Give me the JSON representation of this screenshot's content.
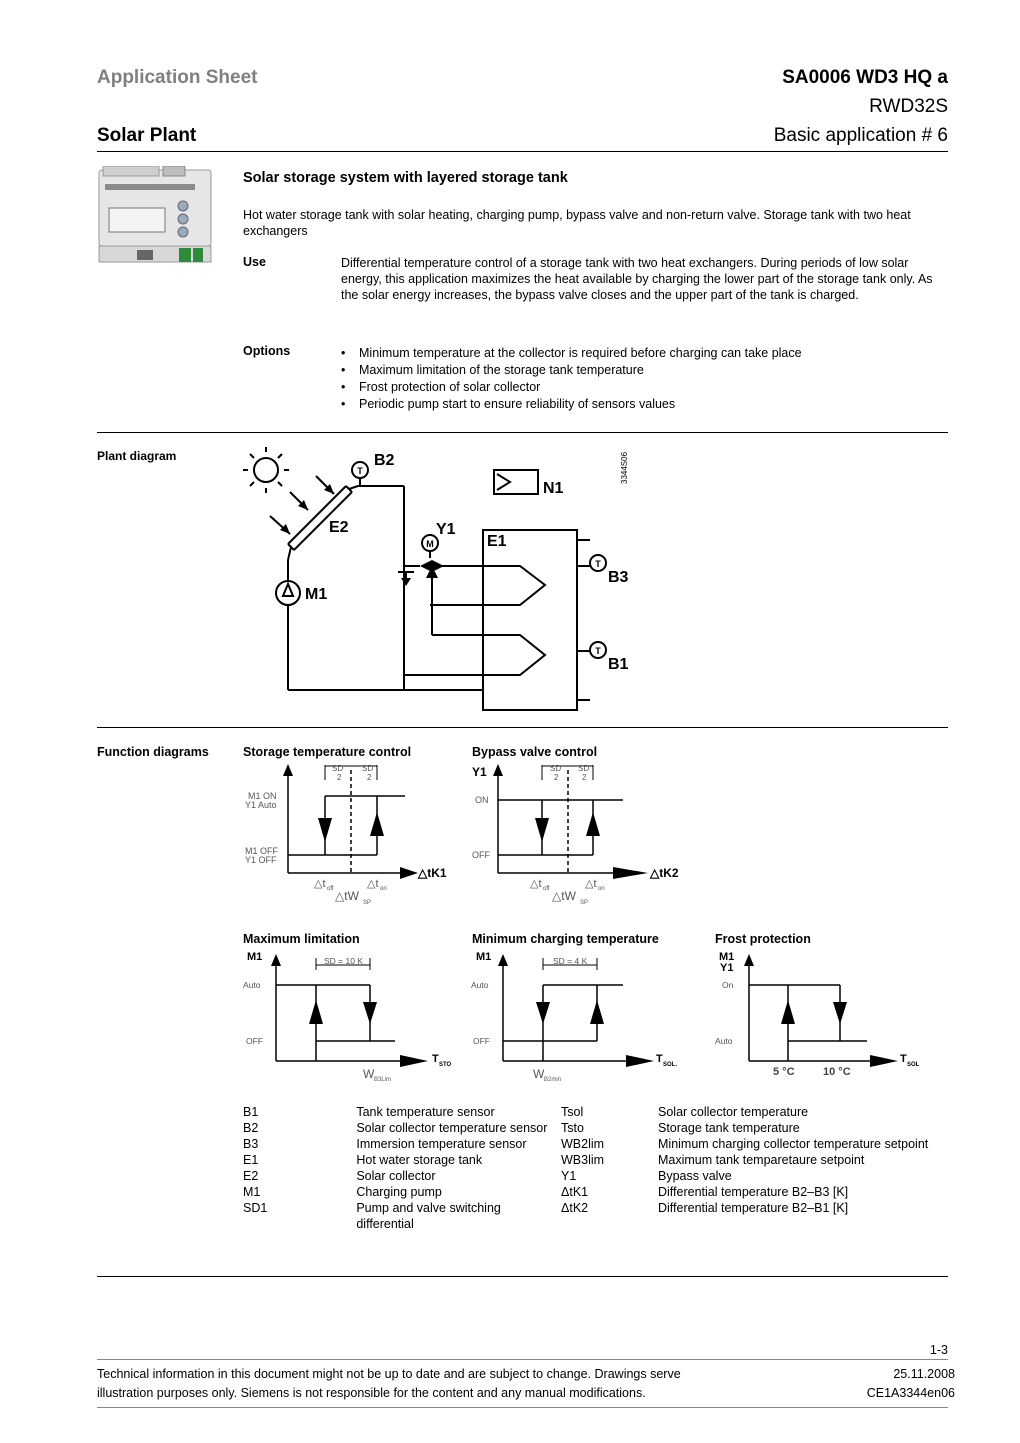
{
  "header": {
    "app_sheet": "Application Sheet",
    "doc_code": "SA0006 WD3 HQ a",
    "model": "RWD32S",
    "plant_type": "Solar Plant",
    "basic_app": "Basic application # 6"
  },
  "title": "Solar storage system with layered storage tank",
  "intro": "Hot water storage tank with solar heating, charging pump, bypass valve and non-return valve. Storage tank with two heat exchangers",
  "use": {
    "label": "Use",
    "text": "Differential temperature control of a storage tank with two heat exchangers. During periods of low solar energy, this application maximizes the heat available by charging the lower part of the storage tank only. As the solar energy increases, the bypass valve closes and the upper part of the tank is charged."
  },
  "options": {
    "label": "Options",
    "items": [
      "Minimum temperature at the collector is required before charging can take place",
      "Maximum limitation of the storage tank temperature",
      "Frost protection of solar collector",
      "Periodic pump start to ensure reliability of sensors values"
    ]
  },
  "plant": {
    "label": "Plant diagram",
    "code": "3344S06",
    "labels": {
      "b2": "B2",
      "n1": "N1",
      "e2": "E2",
      "y1": "Y1",
      "e1": "E1",
      "m1": "M1",
      "b3": "B3",
      "b1": "B1",
      "t": "T",
      "m": "M"
    }
  },
  "functions": {
    "label": "Function diagrams",
    "storage": {
      "title": "Storage temperature control",
      "sd_top": "SD",
      "sd_sub": "1",
      "sd_den": "2",
      "on_1": "M1 ON",
      "on_2": "Y1 Auto",
      "off_1": "M1 OFF",
      "off_2": "Y1 OFF",
      "axis": "△tK1",
      "t_off": "△t",
      "t_off_sub": "off",
      "t_on": "△t",
      "t_on_sub": "on",
      "tw": "△tW",
      "tw_sub": "SP"
    },
    "bypass": {
      "title": "Bypass valve control",
      "y_label": "Y1",
      "sd_top": "SD",
      "sd_sub": "1",
      "sd_den": "2",
      "on": "ON",
      "off": "OFF",
      "axis": "△tK2",
      "t_off": "△t",
      "t_off_sub": "off",
      "t_on": "△t",
      "t_on_sub": "on",
      "tw": "△tW",
      "tw_sub": "SP"
    },
    "maxlim": {
      "title": "Maximum limitation",
      "y_label": "M1",
      "sd": "SD = 10 K",
      "auto": "Auto",
      "off": "OFF",
      "axis": "T",
      "axis_sub": "STO",
      "w": "W",
      "w_sub": "B3Lim"
    },
    "mincharge": {
      "title": "Minimum charging temperature",
      "y_label": "M1",
      "sd": "SD = 4 K",
      "auto": "Auto",
      "off": "OFF",
      "axis": "T",
      "axis_sub": "SOL.",
      "w": "W",
      "w_sub": "B2min"
    },
    "frost": {
      "title": "Frost protection",
      "y_label_1": "M1",
      "y_label_2": "Y1",
      "on": "On",
      "auto": "Auto",
      "axis": "T",
      "axis_sub": "SOL",
      "t1": "5 °C",
      "t2": "10 °C"
    }
  },
  "legend": {
    "left": [
      {
        "code": "B1",
        "desc": "Tank temperature sensor"
      },
      {
        "code": "B2",
        "desc": "Solar collector temperature sensor"
      },
      {
        "code": "B3",
        "desc": "Immersion temperature sensor"
      },
      {
        "code": "E1",
        "desc": "Hot water storage tank"
      },
      {
        "code": "E2",
        "desc": "Solar collector"
      },
      {
        "code": "M1",
        "desc": "Charging pump"
      },
      {
        "code": "SD1",
        "desc": "Pump and valve switching differential"
      }
    ],
    "right": [
      {
        "code": "Tsol",
        "desc": "Solar collector temperature"
      },
      {
        "code": "Tsto",
        "desc": "Storage tank temperature"
      },
      {
        "code": "WB2lim",
        "desc": "Minimum charging collector temperature setpoint"
      },
      {
        "code": "WB3lim",
        "desc": "Maximum tank temparetaure setpoint"
      },
      {
        "code": "Y1",
        "desc": "Bypass valve"
      },
      {
        "code": "ΔtK1",
        "desc": "Differential temperature B2–B3 [K]"
      },
      {
        "code": "ΔtK2",
        "desc": "Differential temperature B2–B1 [K]"
      }
    ]
  },
  "footer": {
    "page": "1-3",
    "disclaimer_1": "Technical information in this document might not be up to date and are subject to change. Drawings serve",
    "disclaimer_2": "illustration purposes only. Siemens is not responsible for the content and any manual modifications.",
    "date": "25.11.2008",
    "doc_id": "CE1A3344en06"
  }
}
